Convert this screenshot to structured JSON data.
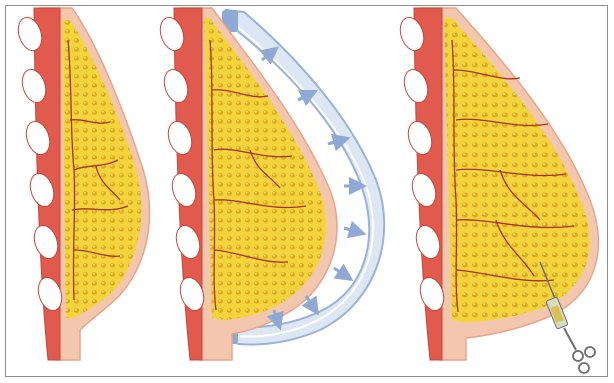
{
  "figure": {
    "panels": [
      {
        "id": "before",
        "depicts": "breast-cross-section-before"
      },
      {
        "id": "expansion",
        "depicts": "breast-cross-section-with-external-expansion-device"
      },
      {
        "id": "after",
        "depicts": "breast-cross-section-after-fat-injection"
      }
    ],
    "colors": {
      "skin": "#f3c7ad",
      "skin_edge": "#e6a58c",
      "fat": "#f4d43d",
      "fat_lobule": "#e0aa1e",
      "vessel": "#a8331c",
      "muscle": "#e15a4e",
      "rib": "#ffffff",
      "device_fill": "#dde7f4",
      "device_edge": "#9ab2d9",
      "arrow": "#8fa9d4",
      "syringe_barrel": "#d7dbc2",
      "syringe_liquid": "#d9c34e",
      "syringe_metal": "#6e6e6e",
      "frame": "#8f8f8f"
    },
    "icons": [
      "suction-arrow-icon",
      "syringe-icon"
    ]
  }
}
